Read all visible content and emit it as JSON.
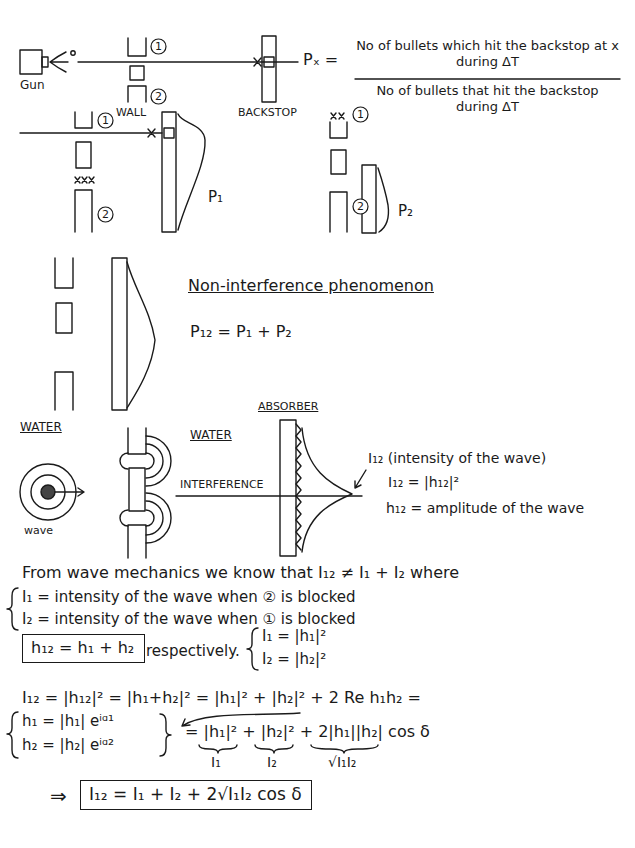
{
  "diagram": {
    "nodes": [
      {
        "text": [
          "1"
        ]
      },
      {
        "text": [
          "2"
        ]
      },
      {
        "text": [
          "1"
        ]
      },
      {
        "text": [
          "1"
        ]
      },
      {
        "text": [
          "2"
        ]
      },
      {
        "text": [
          "2"
        ]
      },
      {
        "text": [
          "h₁₂ = h₁ + h₂"
        ]
      },
      {
        "text": [
          "I₁₂ = I₁ + I₂ + 2√I₁I₂ cos δ"
        ]
      }
    ],
    "labels": [
      "Gun",
      "WALL",
      "BACKSTOP",
      "Pₓ =",
      "No of bullets which hit the backstop at x during ΔT",
      "No of bullets that hit the backstop during ΔT",
      "P₁",
      "P₂",
      "Non-interference phenomenon",
      "P₁₂ = P₁ + P₂",
      "ABSORBER",
      "WATER",
      "WATER",
      "wave",
      "INTERFERENCE",
      "I₁₂ (intensity of the wave)",
      "I₁₂ = |h₁₂|²",
      "h₁₂ = amplitude of the wave",
      "From wave mechanics we know that I₁₂ ≠ I₁ + I₂ where",
      "I₁ = intensity of the wave when ② is blocked",
      "I₂ = intensity of the wave when ① is blocked",
      "respectively.",
      "I₁ = |h₁|²",
      "I₂ = |h₂|²",
      "I₁₂ = |h₁₂|² = |h₁+h₂|² = |h₁|² + |h₂|² + 2 Re h₁h₂ =",
      "h₁ = |h₁| eⁱᵅ¹",
      "h₂ = |h₂| eⁱᵅ²",
      "= |h₁|² + |h₂|² + 2|h₁||h₂| cos δ",
      "I₁",
      "I₂",
      "√I₁I₂",
      "⇒"
    ]
  }
}
